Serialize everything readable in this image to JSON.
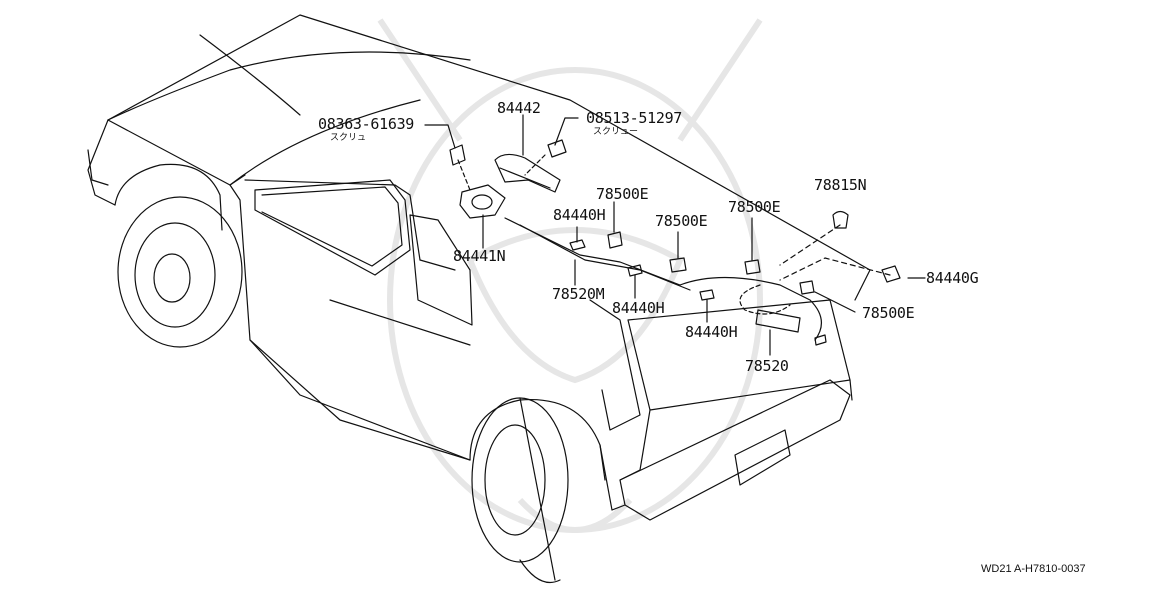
{
  "diagram": {
    "reference": "WD21 A-H7810-0037",
    "parts": [
      {
        "id": "p1",
        "number": "08363-61639",
        "sub": "スクリュ"
      },
      {
        "id": "p2",
        "number": "84442"
      },
      {
        "id": "p3",
        "number": "08513-51297",
        "sub": "スクリュー"
      },
      {
        "id": "p4",
        "number": "78500E"
      },
      {
        "id": "p5",
        "number": "84440H"
      },
      {
        "id": "p6",
        "number": "78500E"
      },
      {
        "id": "p7",
        "number": "78500E"
      },
      {
        "id": "p8",
        "number": "78815N"
      },
      {
        "id": "p9",
        "number": "84441N"
      },
      {
        "id": "p10",
        "number": "78520M"
      },
      {
        "id": "p11",
        "number": "84440H"
      },
      {
        "id": "p12",
        "number": "84440G"
      },
      {
        "id": "p13",
        "number": "78500E"
      },
      {
        "id": "p14",
        "number": "84440H"
      },
      {
        "id": "p15",
        "number": "78520"
      }
    ]
  }
}
